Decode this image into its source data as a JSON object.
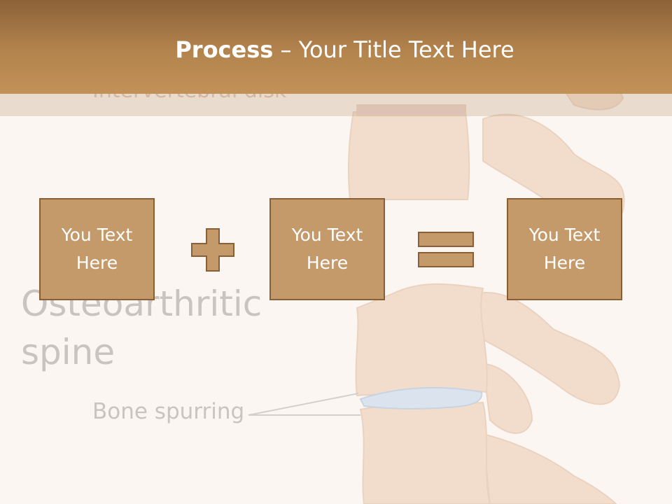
{
  "colors": {
    "header_dark": "#8c6238",
    "header_light": "#c19158",
    "box_fill": "#c59a6b",
    "box_border": "#8a5f35",
    "background": "#fbf6f2",
    "spine_tint": "#f1d9c5"
  },
  "slide": {
    "title_bold": "Process",
    "title_rest": " – Your Title Text Here"
  },
  "process": {
    "boxes": [
      {
        "label": "You Text Here"
      },
      {
        "label": "You Text Here"
      },
      {
        "label": "You Text Here"
      }
    ],
    "operators": [
      "plus-icon",
      "equals-icon"
    ]
  },
  "background": {
    "disk_label": "Intervertebral disk",
    "heading_line1": "Osteoarthritic",
    "heading_line2": "spine",
    "bone_label": "Bone spurring"
  }
}
